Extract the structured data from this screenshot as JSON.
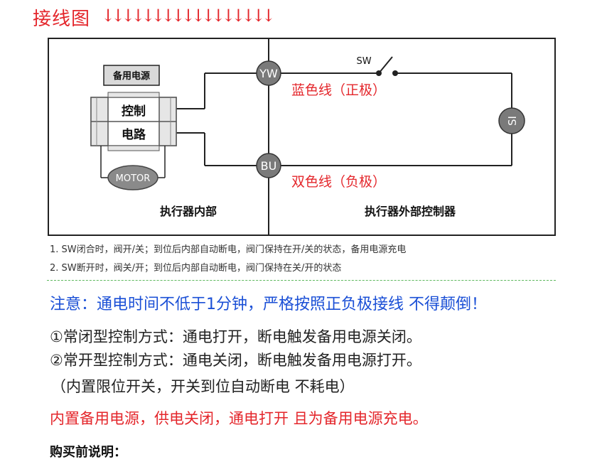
{
  "header": {
    "title": "接线图",
    "arrows": "↓↓↓↓↓↓↓↓↓↓↓↓↓↓↓↓↓"
  },
  "diagram": {
    "backup_power_label": "备用电源",
    "control_line1": "控制",
    "control_line2": "电路",
    "motor_label": "MOTOR",
    "terminal_yw": "YW",
    "terminal_bu": "BU",
    "switch_label": "SW",
    "blue_wire_label": "蓝色线（正极）",
    "dual_wire_label": "双色线（负极）",
    "indicator_label": "SI",
    "inside_label": "执行器内部",
    "outside_label": "执行器外部控制器",
    "colors": {
      "red": "#e4262b",
      "terminal_fill": "#7a7a7a",
      "switch_box_fill": "#d9d9d9"
    }
  },
  "notes": {
    "line1": "1. SW闭合时，阀开/关；到位后内部自动断电，阀门保持在开/关的状态，备用电源充电",
    "line2": "2. SW断开时，阀关/开；到位后内部自动断电，阀门保持在关/开的状态"
  },
  "warning": "注意：通电时间不低于1分钟，严格按照正负极接线 不得颠倒！",
  "modes": {
    "normally_closed": "①常闭型控制方式：通电打开，断电触发备用电源关闭。",
    "normally_open": "②常开型控制方式：通电关闭，断电触发备用电源打开。",
    "limit_note": "（内置限位开关，开关到位自动断电 不耗电）"
  },
  "backup_note": "内置备用电源，供电关闭，通电打开 且为备用电源充电。",
  "purchase_title": "购买前说明："
}
